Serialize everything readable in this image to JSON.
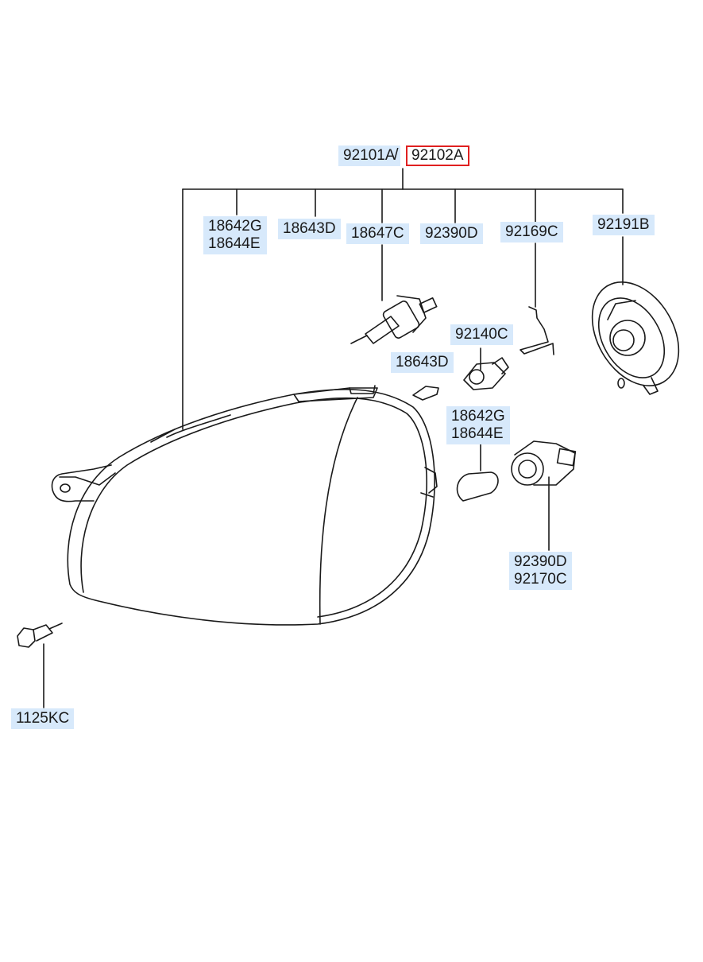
{
  "callouts": {
    "assembly_left": "92101A",
    "assembly_sep": "/",
    "assembly_right": "92102A",
    "c1": [
      "18642G",
      "18644E"
    ],
    "c2": "18643D",
    "c3": "18647C",
    "c4": "92390D",
    "c5": "92169C",
    "c6": "92191B",
    "c7": "92140C",
    "c8": "18643D",
    "c9": [
      "18642G",
      "18644E"
    ],
    "c10": [
      "92390D",
      "92170C"
    ],
    "c11": "1125KC"
  },
  "colors": {
    "label_background": "#d7e9fb",
    "highlight_border": "#e02020",
    "line": "#1a1a1a"
  },
  "icons": [
    "headlamp-housing-icon",
    "halogen-bulb-icon",
    "wedge-bulb-icon",
    "bulb-socket-icon",
    "wire-harness-icon",
    "lamp-cover-icon",
    "bolt-icon"
  ]
}
